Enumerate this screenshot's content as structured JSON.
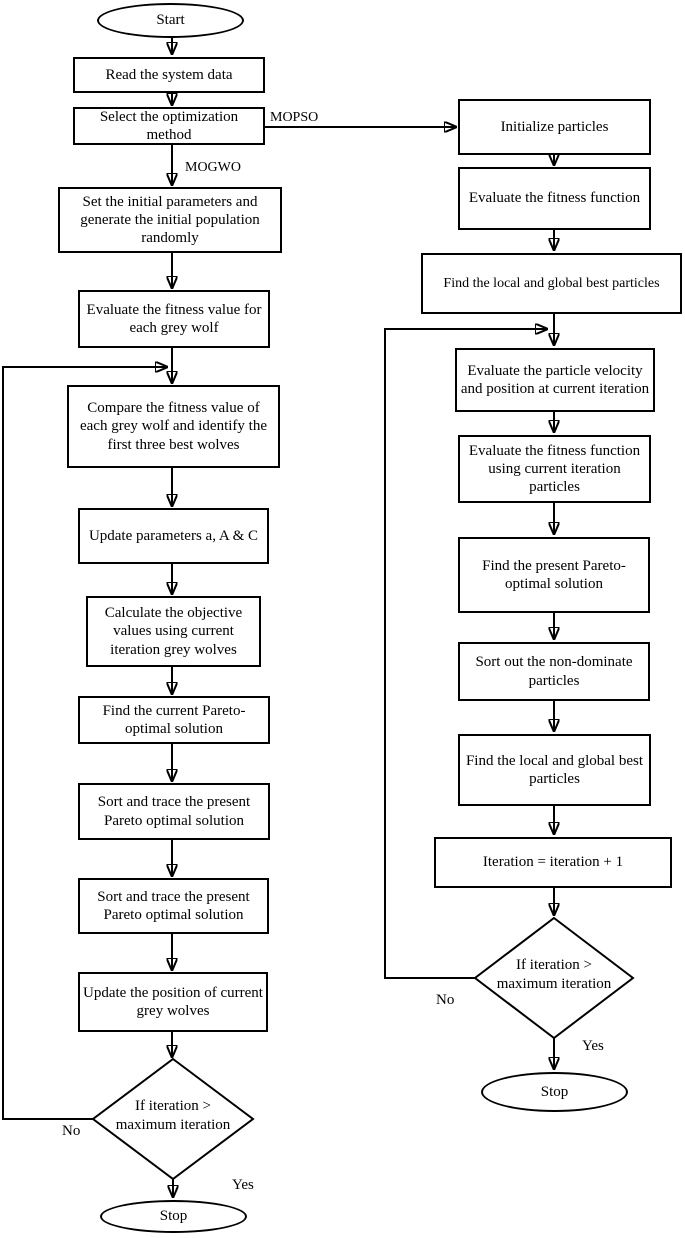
{
  "diagram": {
    "colors": {
      "background": "#ffffff",
      "stroke": "#000000",
      "text": "#000000"
    },
    "start_label": "Start",
    "left_branch": {
      "branch_label": "MOGWO",
      "nodes": [
        "Read the system data",
        "Select the optimization method",
        "Set the initial parameters and generate the initial population randomly",
        "Evaluate the fitness value for each grey wolf",
        "Compare the fitness value of each grey wolf and identify the first three best wolves",
        "Update parameters a, A & C",
        "Calculate the objective values using current iteration grey wolves",
        "Find the current Pareto-optimal solution",
        "Sort and trace the present Pareto optimal solution",
        "Sort and trace the present Pareto optimal solution",
        "Update the position of current grey wolves"
      ],
      "decision": "If iteration > maximum iteration",
      "no_label": "No",
      "yes_label": "Yes",
      "stop_label": "Stop"
    },
    "right_branch": {
      "branch_label": "MOPSO",
      "nodes": [
        "Initialize particles",
        "Evaluate the fitness function",
        "Find the local and global best particles",
        "Evaluate the particle velocity and position at current iteration",
        "Evaluate the fitness function using current iteration particles",
        "Find the present Pareto-optimal solution",
        "Sort out the non-dominate particles",
        "Find the local and global best particles",
        "Iteration = iteration + 1"
      ],
      "decision": "If iteration > maximum iteration",
      "no_label": "No",
      "yes_label": "Yes",
      "stop_label": "Stop"
    }
  }
}
